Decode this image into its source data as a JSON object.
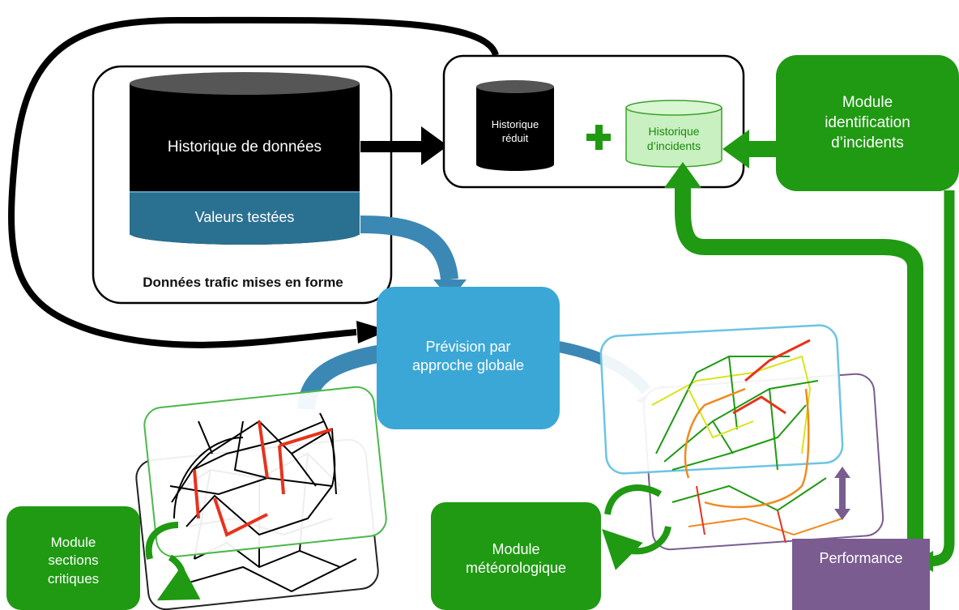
{
  "colors": {
    "module_green": "#1f9a12",
    "accent_blue": "#3ba7d6",
    "teal": "#2a7091",
    "purple": "#7a5c91",
    "red": "#e8321c",
    "orange": "#f08a1e",
    "yellow": "#d8e41a",
    "light_green": "#c9f0c0"
  },
  "nodes": {
    "historique_donnees": "Historique de données",
    "valeurs_testees": "Valeurs testées",
    "donnees_trafic": "Données trafic mises en forme",
    "historique_reduit": "Historique\nréduit",
    "plus_sign": "+",
    "historique_incidents": "Historique\nd’incidents",
    "module_incidents": "Module\nidentification\nd’incidents",
    "prevision": "Prévision par\napproche globale",
    "module_sections": "Module\nsections\ncritiques",
    "module_meteo": "Module\nmétéorologique",
    "performance": "Performance"
  }
}
